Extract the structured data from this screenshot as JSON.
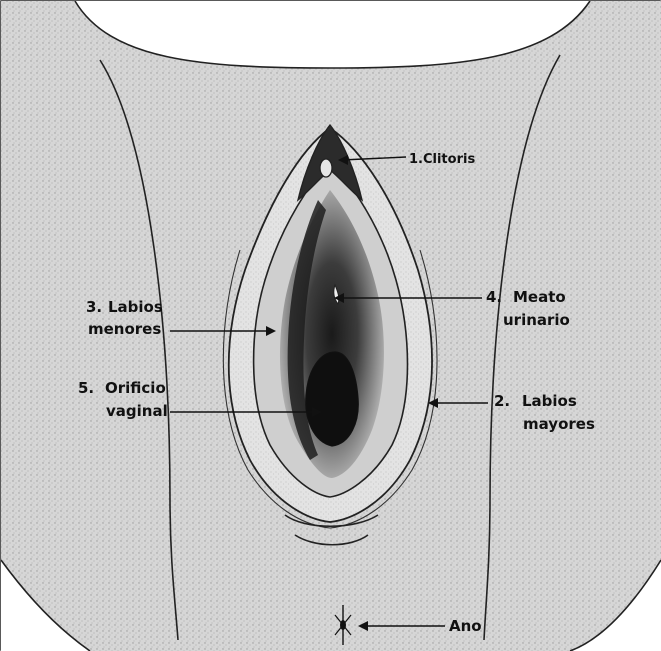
{
  "labels": {
    "clitoris": "1.Clitoris",
    "labios_mayores_num": "2.",
    "labios_mayores_1": "Labios",
    "labios_mayores_2": "mayores",
    "labios_menores_num": "3.",
    "labios_menores_1": "Labios",
    "labios_menores_2": "menores",
    "meato_num": "4.",
    "meato_1": "Meato",
    "meato_2": "urinario",
    "orificio_num": "5.",
    "orificio_1": "Orificio",
    "orificio_2": "vaginal",
    "ano": "Ano"
  },
  "colors": {
    "skin_fill": "#d9d9d9",
    "background": "#ffffff",
    "dark_region": "#2a2a2a",
    "opening": "#111111",
    "line": "#111111"
  }
}
